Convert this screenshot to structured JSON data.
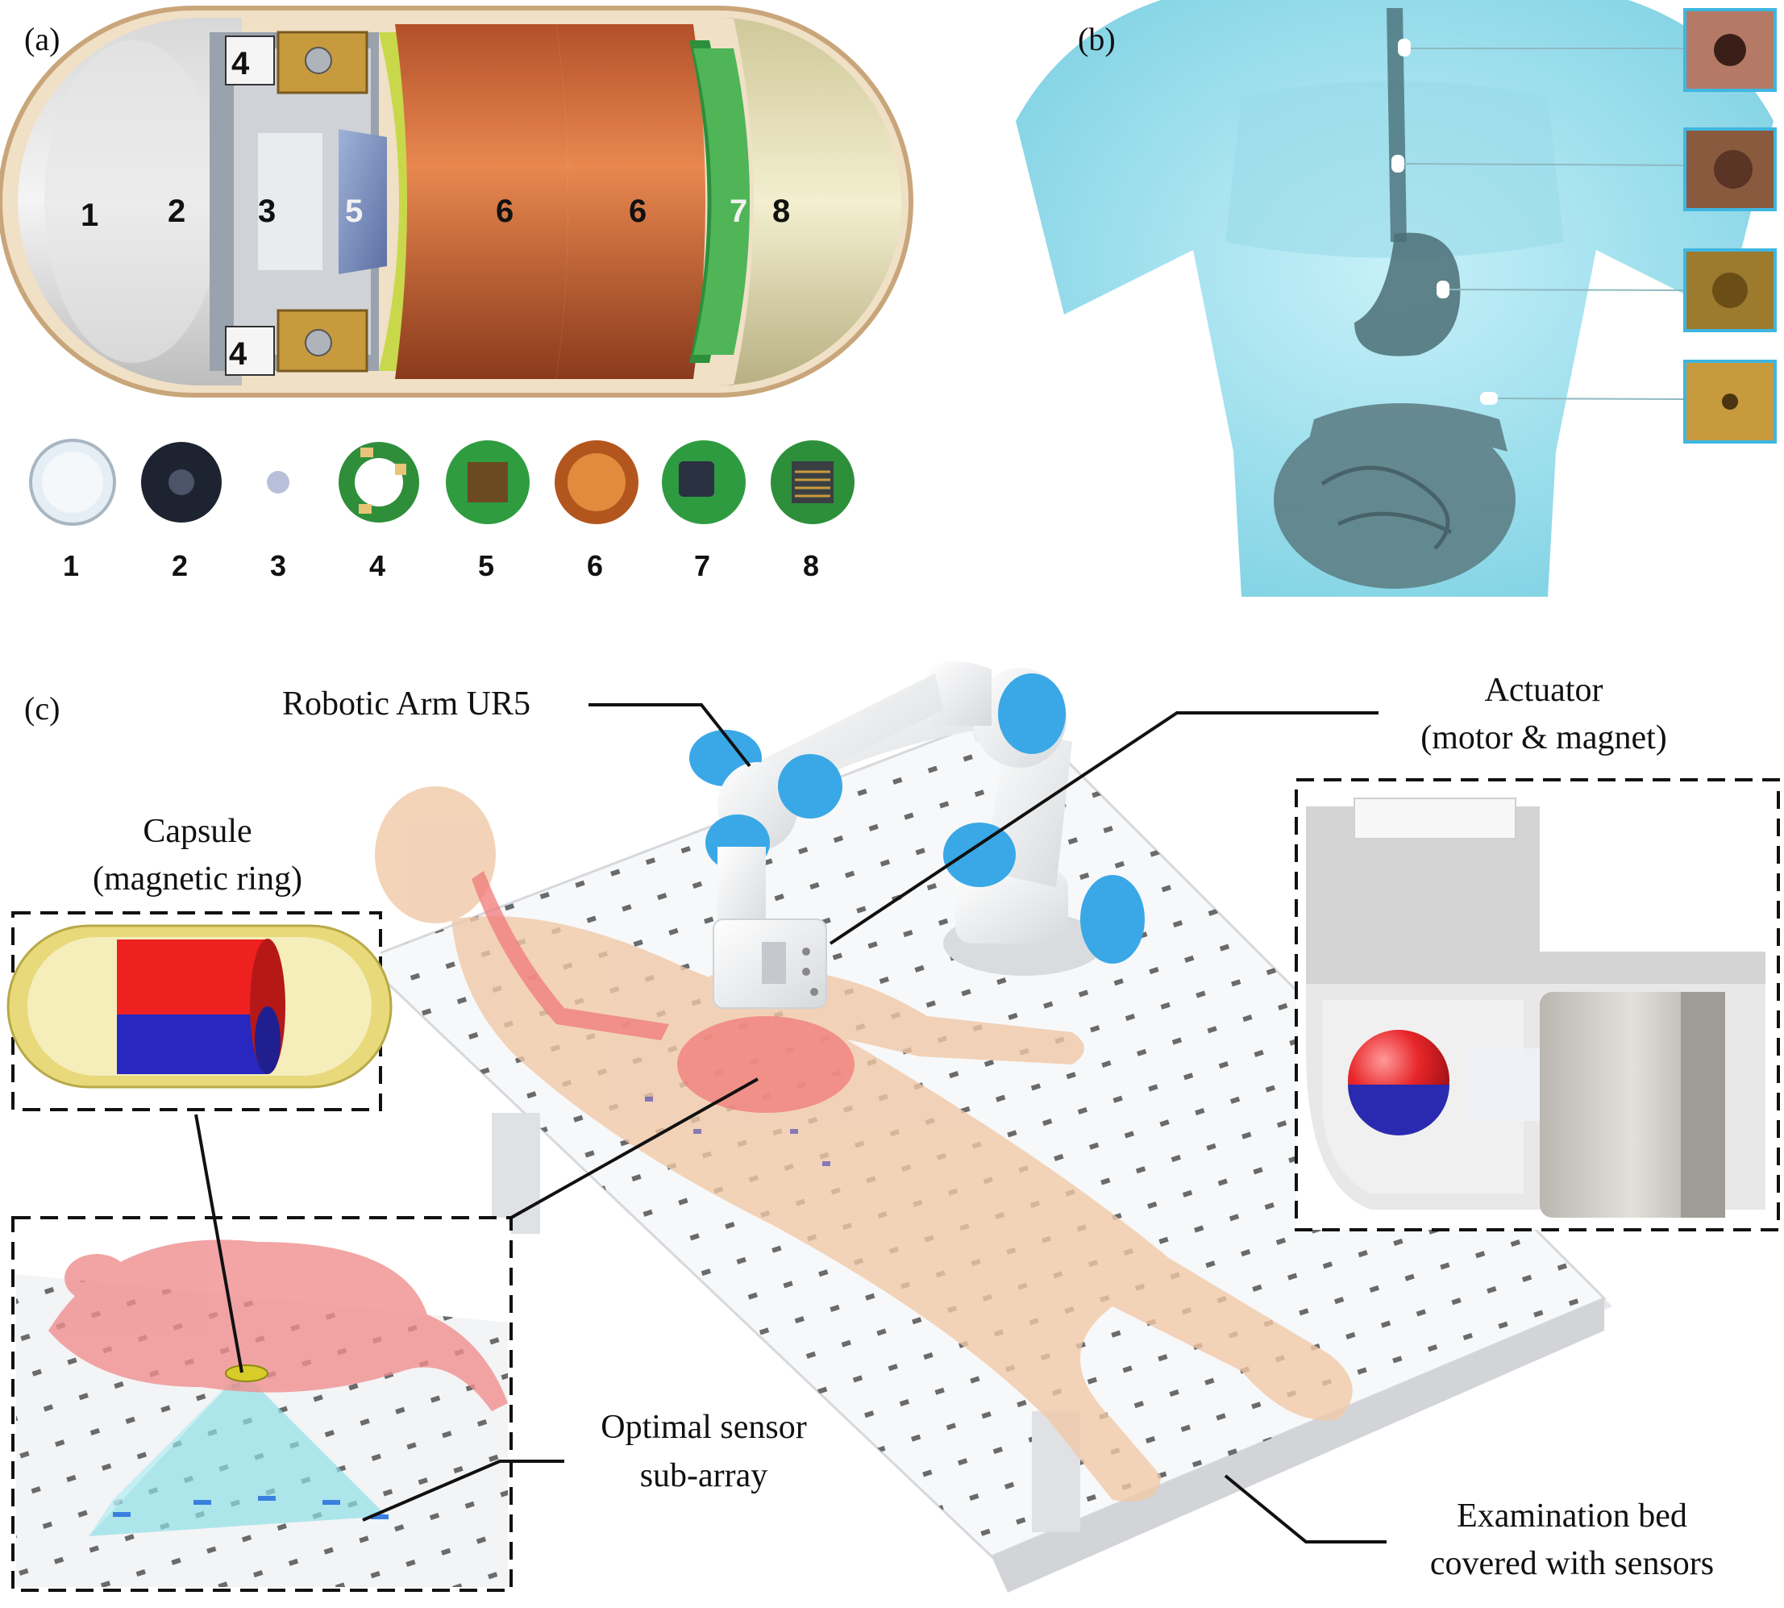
{
  "panels": {
    "a": {
      "label": "(a)",
      "capsule_numbers": [
        "1",
        "2",
        "3",
        "4",
        "4",
        "5",
        "6",
        "6",
        "7",
        "8"
      ],
      "part_numbers": [
        "1",
        "2",
        "3",
        "4",
        "5",
        "6",
        "7",
        "8"
      ]
    },
    "b": {
      "label": "(b)"
    },
    "c": {
      "label": "(c)"
    }
  },
  "labels": {
    "robotic_arm": "Robotic Arm UR5",
    "actuator_line1": "Actuator",
    "actuator_line2": "(motor & magnet)",
    "capsule_line1": "Capsule",
    "capsule_line2": "(magnetic ring)",
    "sensor_line1": "Optimal sensor",
    "sensor_line2": "sub-array",
    "bed_line1": "Examination bed",
    "bed_line2": "covered with sensors"
  },
  "colors": {
    "body_cyan": "#7fd6e8",
    "skin": "#f0c9a8",
    "copper": "#c8653a",
    "pcb_green": "#3aa94a",
    "arm_blue": "#3aa8e6",
    "magnet_red": "#e8262a",
    "magnet_blue": "#2a2ab0"
  }
}
